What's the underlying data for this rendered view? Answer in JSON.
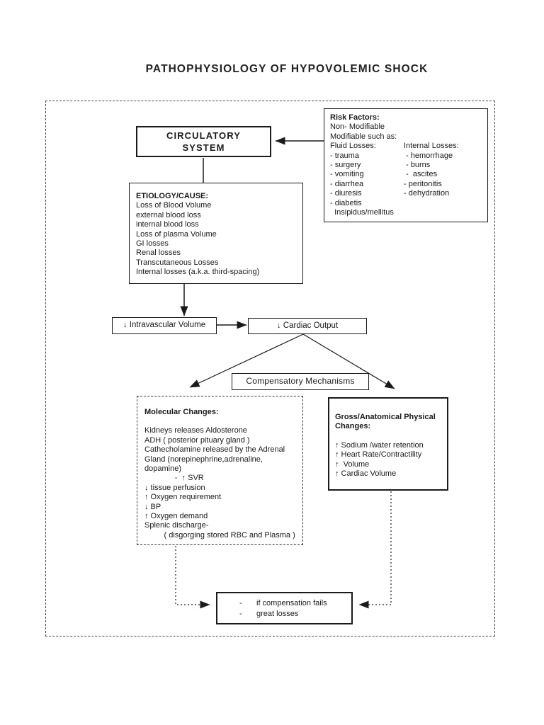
{
  "title": "PATHOPHYSIOLOGY OF HYPOVOLEMIC SHOCK",
  "colors": {
    "ink": "#1a1a1a",
    "paper": "#ffffff"
  },
  "circulatory": {
    "lines": [
      "CIRCULATORY",
      "SYSTEM"
    ]
  },
  "risk": {
    "title": "Risk Factors:",
    "lines": [
      "Non- Modifiable",
      "Modifiable such as:"
    ],
    "fluid": [
      "Fluid Losses:",
      "- trauma",
      "- surgery",
      "- vomiting",
      "- diarrhea",
      "- diuresis",
      "- diabetis",
      "  Insipidus/mellitus"
    ],
    "internal": [
      "Internal Losses:",
      " - hemorrhage",
      " - burns",
      " -  ascites",
      "- peritonitis",
      "- dehydration"
    ]
  },
  "etiology": {
    "title": "ETIOLOGY/CAUSE:",
    "lines": [
      "Loss of Blood Volume",
      "external blood loss",
      "internal blood loss",
      "Loss of plasma Volume",
      "GI losses",
      "Renal losses",
      "Transcutaneous Losses",
      "Internal losses (a.k.a. third-spacing)"
    ]
  },
  "nodes": {
    "intravascular": "↓ Intravascular Volume",
    "cardiac": "↓ Cardiac Output",
    "compensatory": "Compensatory Mechanisms"
  },
  "molecular": {
    "title": "Molecular Changes:",
    "lines": [
      "Kidneys releases Aldosterone",
      "ADH ( posterior pituary gland )",
      "Cathecholamine released by the Adrenal",
      "Gland (norepinephrine,adrenaline,",
      "dopamine)",
      "              -  ↑ SVR",
      "↓ tissue perfusion",
      "↑ Oxygen requirement",
      "↓ BP",
      "↑ Oxygen demand",
      "Splenic discharge-",
      "         ( disgorging stored RBC and Plasma )"
    ]
  },
  "gross": {
    "title_lines": [
      "Gross/Anatomical Physical",
      "Changes:"
    ],
    "lines": [
      "↑ Sodium /water retention",
      "↑ Heart Rate/Contractility",
      "↑  Volume",
      "↑ Cardiac Volume"
    ]
  },
  "failure": {
    "bullet": "-",
    "items": [
      "if compensation fails",
      "great losses"
    ]
  }
}
